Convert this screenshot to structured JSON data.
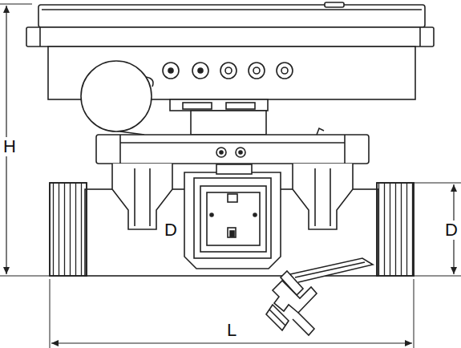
{
  "diagram": {
    "labels": [
      "H",
      "D",
      "D",
      "L"
    ]
  }
}
